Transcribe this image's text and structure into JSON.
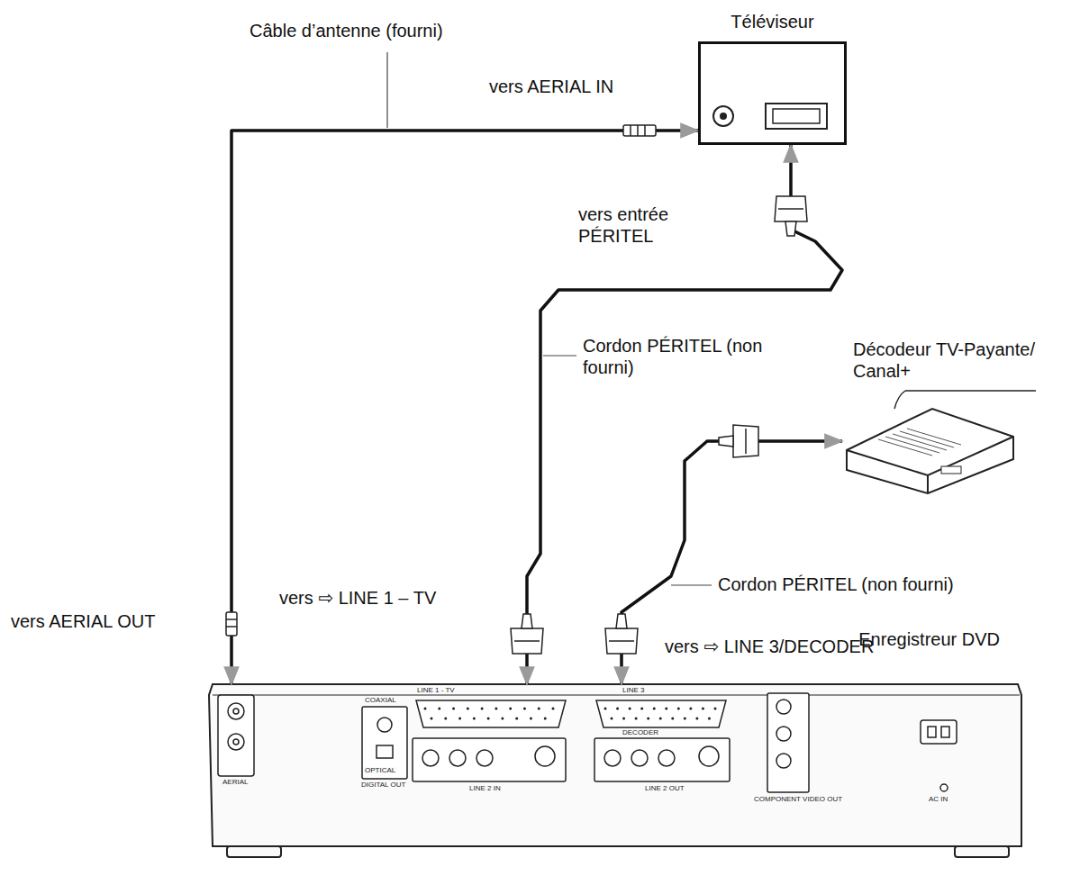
{
  "diagram": {
    "nodes": [
      {
        "text": [
          "Téléviseur"
        ]
      },
      {
        "text": [
          "Décodeur TV-Payante/ Canal+"
        ]
      },
      {
        "text": [
          "Enregistreur DVD"
        ]
      }
    ],
    "edges": [
      {
        "from": 2,
        "to": 0,
        "arrow": "both",
        "label": "Câble d’antenne (fourni)"
      },
      {
        "from": 2,
        "to": 0,
        "arrow": "both",
        "label": "Cordon PÉRITEL (non fourni)"
      },
      {
        "from": 2,
        "to": 1,
        "arrow": "both",
        "label": "Cordon PÉRITEL (non fourni)"
      }
    ],
    "labels": [
      "vers AERIAL IN",
      "vers entrée PÉRITEL",
      "vers ⇨ LINE 1 – TV",
      "vers AERIAL OUT",
      "vers ⇨ LINE 3/DECODER",
      "LINE 1 - TV",
      "LINE 3",
      "DECODER",
      "AERIAL",
      "DIGITAL OUT",
      "COAXIAL",
      "OPTICAL",
      "LINE 2 IN",
      "LINE 2 OUT",
      "COMPONENT VIDEO OUT",
      "AC IN"
    ]
  }
}
